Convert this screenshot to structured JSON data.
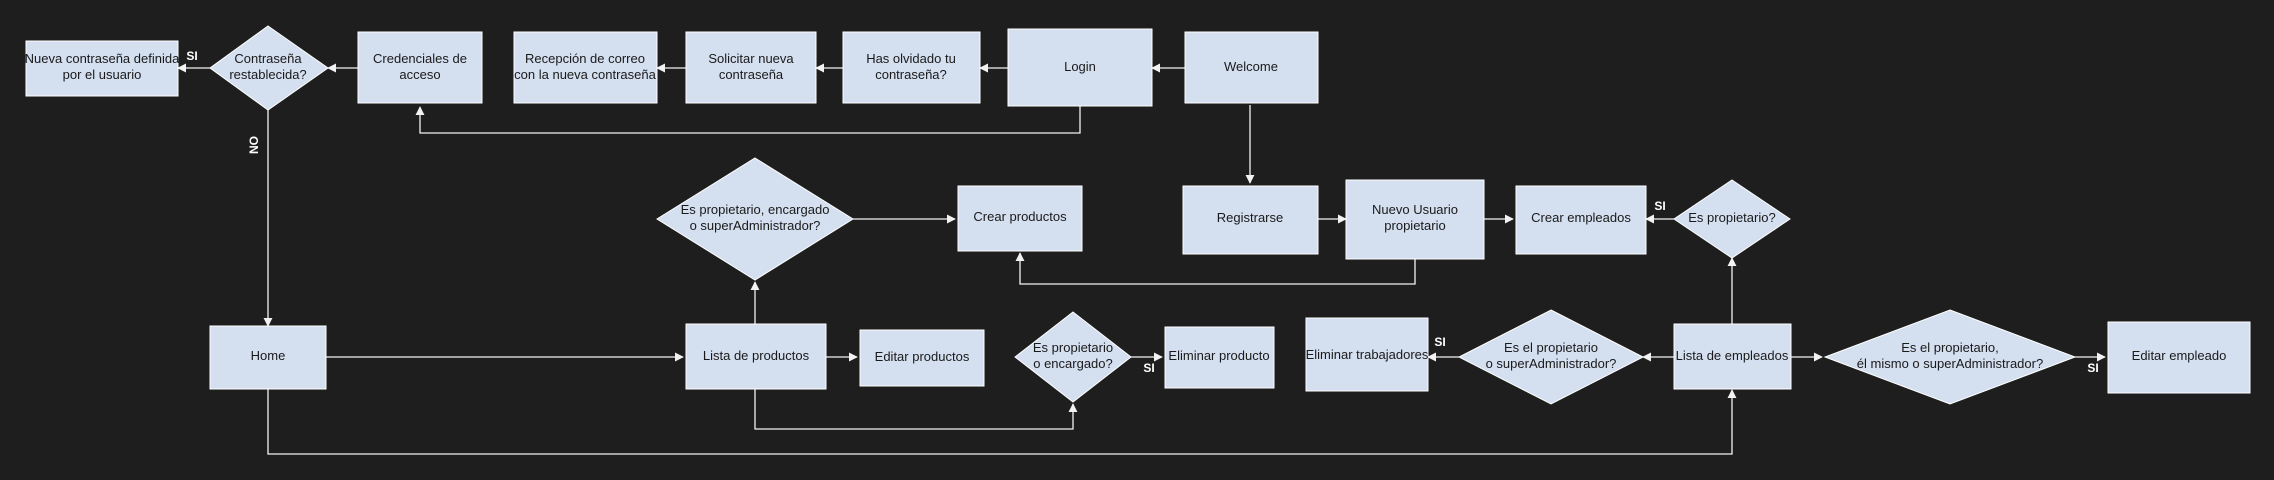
{
  "nodes": {
    "welcome": [
      "Welcome"
    ],
    "login": [
      "Login"
    ],
    "olvidado": [
      "Has olvidado tu",
      "contraseña?"
    ],
    "solicitar": [
      "Solicitar nueva",
      "contraseña"
    ],
    "recepcion": [
      "Recepción de correo",
      "con la nueva contraseña"
    ],
    "credenciales": [
      "Credenciales de",
      "acceso"
    ],
    "restablecida": [
      "Contraseña",
      "restablecida?"
    ],
    "nueva_contrasena": [
      "Nueva contraseña definida",
      "por el usuario"
    ],
    "registrarse": [
      "Registrarse"
    ],
    "nuevo_usuario": [
      "Nuevo Usuario",
      "propietario"
    ],
    "crear_empleados": [
      "Crear empleados"
    ],
    "es_propietario": [
      "Es propietario?"
    ],
    "es_propietario_enc_super": [
      "Es propietario, encargado",
      "o superAdministrador?"
    ],
    "crear_productos": [
      "Crear productos"
    ],
    "home": [
      "Home"
    ],
    "lista_productos": [
      "Lista de productos"
    ],
    "editar_productos": [
      "Editar productos"
    ],
    "es_propietario_enc": [
      "Es propietario",
      "o encargado?"
    ],
    "eliminar_producto": [
      "Eliminar producto"
    ],
    "eliminar_trabajadores": [
      "Eliminar trabajadores"
    ],
    "es_el_propietario_super": [
      "Es el propietario",
      "o superAdministrador?"
    ],
    "lista_empleados": [
      "Lista de empleados"
    ],
    "es_el_propietario_mismo": [
      "Es el propietario,",
      "él mismo o superAdministrador?"
    ],
    "editar_empleado": [
      "Editar empleado"
    ]
  },
  "edge_labels": {
    "si_restablecida": "SI",
    "no_restablecida": "NO",
    "si_es_propietario": "SI",
    "si_eliminar_producto": "SI",
    "si_eliminar_trabajadores": "SI",
    "si_editar_empleado": "SI"
  }
}
